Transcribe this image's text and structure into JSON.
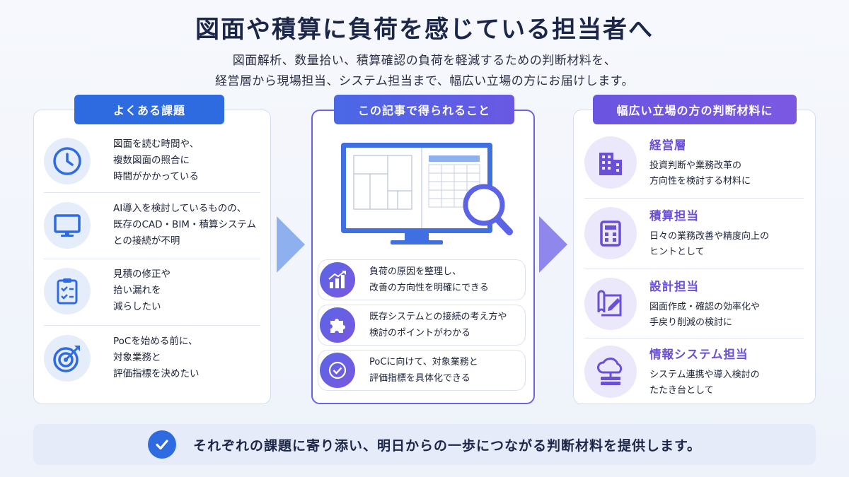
{
  "header": {
    "title": "図面や積算に負荷を感じている担当者へ",
    "subtitle_line1": "図面解析、数量拾い、積算確認の負荷を軽減するための判断材料を、",
    "subtitle_line2": "経営層から現場担当、システム担当まで、幅広い立場の方にお届けします。"
  },
  "left": {
    "heading": "よくある課題",
    "items": [
      {
        "icon": "clock-icon",
        "lines": [
          "図面を読む時間や、",
          "複数図面の照合に",
          "時間がかかっている"
        ]
      },
      {
        "icon": "monitor-icon",
        "lines": [
          "AI導入を検討しているものの、",
          "既存のCAD・BIM・積算システム",
          "との接続が不明"
        ]
      },
      {
        "icon": "clipboard-checklist-icon",
        "lines": [
          "見積の修正や",
          "拾い漏れを",
          "減らしたい"
        ]
      },
      {
        "icon": "target-icon",
        "lines": [
          "PoCを始める前に、",
          "対象業務と",
          "評価指標を決めたい"
        ]
      }
    ]
  },
  "center": {
    "heading": "この記事で得られること",
    "illustration": "monitor-drawing-magnifier-icon",
    "items": [
      {
        "icon": "growth-chart-icon",
        "lines": [
          "負荷の原因を整理し、",
          "改善の方向性を明確にできる"
        ]
      },
      {
        "icon": "puzzle-icon",
        "lines": [
          "既存システムとの接続の考え方や",
          "検討のポイントがわかる"
        ]
      },
      {
        "icon": "check-circle-icon",
        "lines": [
          "PoCに向けて、対象業務と",
          "評価指標を具体化できる"
        ]
      }
    ]
  },
  "right": {
    "heading": "幅広い立場の方の判断材料に",
    "items": [
      {
        "icon": "building-icon",
        "title": "経営層",
        "lines": [
          "投資判断や業務改革の",
          "方向性を検討する材料に"
        ]
      },
      {
        "icon": "calculator-icon",
        "title": "積算担当",
        "lines": [
          "日々の業務改善や精度向上の",
          "ヒントとして"
        ]
      },
      {
        "icon": "blueprint-pencil-icon",
        "title": "設計担当",
        "lines": [
          "図面作成・確認の効率化や",
          "手戻り削減の検討に"
        ]
      },
      {
        "icon": "cloud-server-icon",
        "title": "情報システム担当",
        "lines": [
          "システム連携や導入検討の",
          "たたき台として"
        ]
      }
    ]
  },
  "footer": {
    "message": "それぞれの課題に寄り添い、明日からの一歩につながる判断材料を提供します。"
  },
  "colors": {
    "primary_blue": "#2f6be0",
    "purple": "#6b4fd6",
    "dark_text": "#1b2648"
  }
}
